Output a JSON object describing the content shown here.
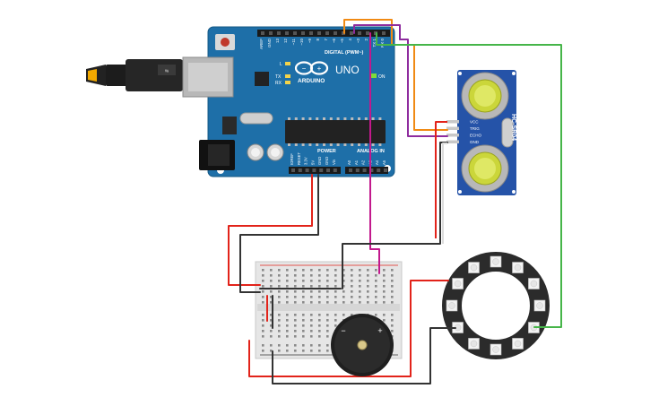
{
  "arduino": {
    "brand_text": "ARDUINO",
    "model_text": "UNO",
    "digital_header_text": "DIGITAL (PWM~)",
    "power_header_text": "POWER",
    "analog_header_text": "ANALOG IN",
    "on_led_label": "ON",
    "tx_label": "TX",
    "rx_label": "RX",
    "l_led_label": "L",
    "digital_pins": [
      "AREF",
      "GND",
      "13",
      "12",
      "~11",
      "~10",
      "~9",
      "8",
      "7",
      "~6",
      "~5",
      "4",
      "~3",
      "2",
      "TX 1",
      "RX 0"
    ],
    "power_pins": [
      "IOREF",
      "RESET",
      "3.3V",
      "5V",
      "GND",
      "GND",
      "Vin"
    ],
    "analog_pins": [
      "A0",
      "A1",
      "A2",
      "A3",
      "A4",
      "A5"
    ]
  },
  "sensor": {
    "model_text": "HC-SR04",
    "pins": [
      "VCC",
      "TRIG",
      "ECHO",
      "GND"
    ]
  },
  "buzzer": {
    "minus_label": "−",
    "plus_label": "+"
  },
  "colors": {
    "board_blue": "#1e6fa8",
    "sensor_blue": "#2553a8",
    "wire_red": "#e2231a",
    "wire_black": "#333333",
    "wire_orange": "#f08a14",
    "wire_purple": "#8e2c9e",
    "wire_magenta": "#c2188c",
    "wire_green": "#46b549",
    "breadboard": "#e6e6e6",
    "ring": "#2b2b2b"
  }
}
